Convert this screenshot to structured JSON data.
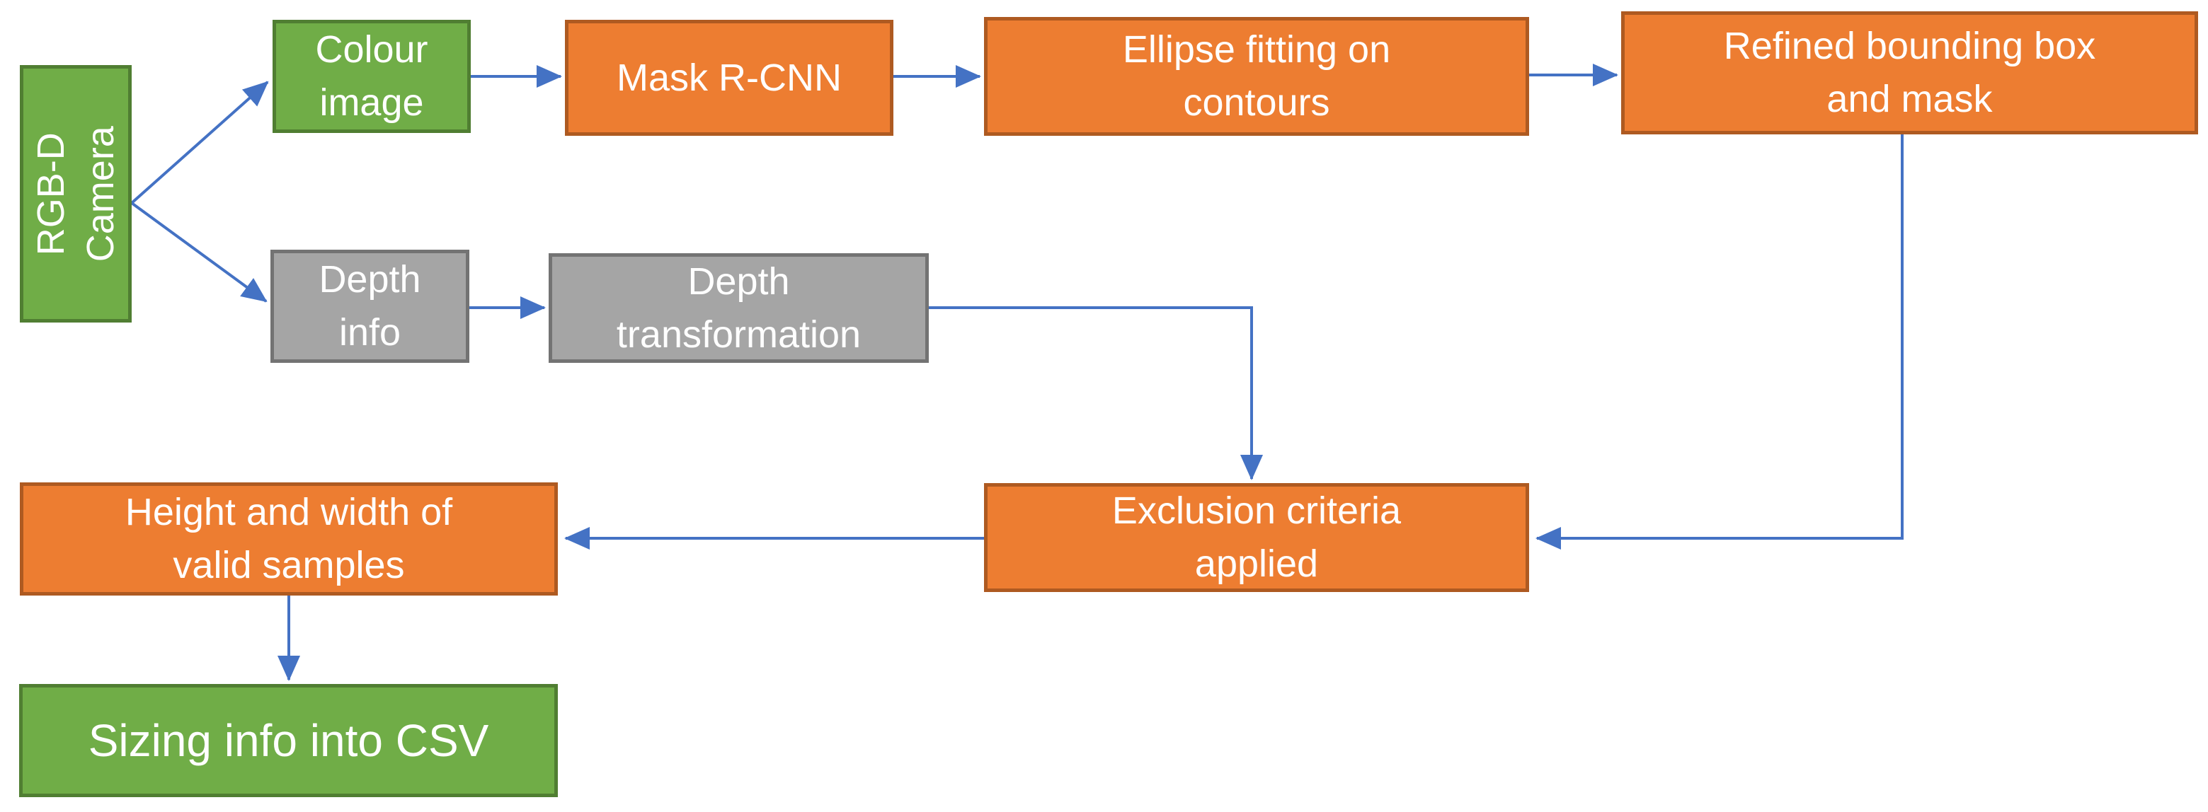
{
  "diagram": {
    "type": "flowchart",
    "nodes": {
      "rgbd_camera": {
        "label": "RGB-D\nCamera",
        "color": "green"
      },
      "colour_image": {
        "label": "Colour\nimage",
        "color": "green"
      },
      "mask_rcnn": {
        "label": "Mask R-CNN",
        "color": "orange"
      },
      "ellipse_fitting": {
        "label": "Ellipse fitting on\ncontours",
        "color": "orange"
      },
      "refined_bbox": {
        "label": "Refined bounding box\nand mask",
        "color": "orange"
      },
      "depth_info": {
        "label": "Depth\ninfo",
        "color": "gray"
      },
      "depth_transformation": {
        "label": "Depth\ntransformation",
        "color": "gray"
      },
      "exclusion_criteria": {
        "label": "Exclusion criteria\napplied",
        "color": "orange"
      },
      "height_width": {
        "label": "Height and width of\nvalid samples",
        "color": "orange"
      },
      "sizing_csv": {
        "label": "Sizing info into CSV",
        "color": "green"
      }
    },
    "edges": [
      {
        "from": "rgbd_camera",
        "to": "colour_image"
      },
      {
        "from": "rgbd_camera",
        "to": "depth_info"
      },
      {
        "from": "colour_image",
        "to": "mask_rcnn"
      },
      {
        "from": "mask_rcnn",
        "to": "ellipse_fitting"
      },
      {
        "from": "ellipse_fitting",
        "to": "refined_bbox"
      },
      {
        "from": "depth_info",
        "to": "depth_transformation"
      },
      {
        "from": "depth_transformation",
        "to": "exclusion_criteria"
      },
      {
        "from": "refined_bbox",
        "to": "exclusion_criteria"
      },
      {
        "from": "exclusion_criteria",
        "to": "height_width"
      },
      {
        "from": "height_width",
        "to": "sizing_csv"
      }
    ],
    "colors": {
      "green_fill": "#70AD47",
      "green_border": "#507E32",
      "orange_fill": "#ED7D31",
      "orange_border": "#AE5A21",
      "gray_fill": "#A5A5A5",
      "gray_border": "#737373",
      "arrow": "#4472C4",
      "text": "#FFFFFF",
      "background": "#FFFFFF"
    }
  }
}
